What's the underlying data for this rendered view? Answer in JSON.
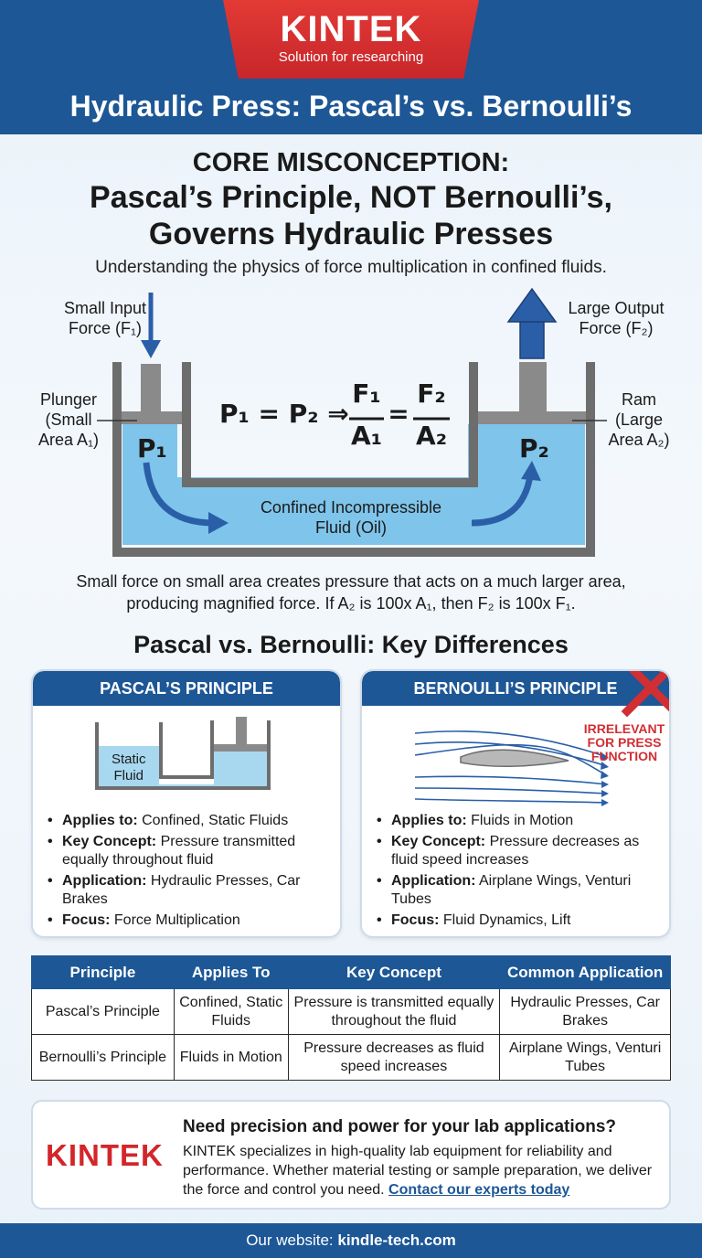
{
  "header": {
    "logo": "KINTEK",
    "logo_tagline": "Solution for researching",
    "title": "Hydraulic Press: Pascal’s vs. Bernoulli’s"
  },
  "core": {
    "line1": "CORE MISCONCEPTION:",
    "line2": "Pascal’s Principle, NOT Bernoulli’s,",
    "line3": "Governs Hydraulic Presses",
    "subtitle": "Understanding the physics of force multiplication in confined fluids."
  },
  "diagram": {
    "input_force_line1": "Small Input",
    "input_force_line2": "Force (F₁)",
    "output_force_line1": "Large Output",
    "output_force_line2": "Force (F₂)",
    "plunger_line1": "Plunger",
    "plunger_line2": "(Small",
    "plunger_line3": "Area A₁)",
    "ram_line1": "Ram",
    "ram_line2": "(Large",
    "ram_line3": "Area A₂)",
    "formula_lhs": "P₁ = P₂ ⇒",
    "frac1_num": "F₁",
    "frac1_den": "A₁",
    "equals": "=",
    "frac2_num": "F₂",
    "frac2_den": "A₂",
    "p1": "P₁",
    "p2": "P₂",
    "fluid_line1": "Confined Incompressible",
    "fluid_line2": "Fluid (Oil)",
    "explanation_line1": "Small force on small area creates pressure that acts on a much larger area,",
    "explanation_line2": "producing magnified force. If A₂ is 100x A₁, then F₂ is 100x F₁."
  },
  "comparison": {
    "title": "Pascal vs. Bernoulli: Key Differences",
    "pascal": {
      "header": "PASCAL’S PRINCIPLE",
      "diagram_label_line1": "Static",
      "diagram_label_line2": "Fluid",
      "items": [
        {
          "key": "Applies to:",
          "value": "Confined, Static Fluids"
        },
        {
          "key": "Key Concept:",
          "value": "Pressure transmitted equally throughout fluid"
        },
        {
          "key": "Application:",
          "value": "Hydraulic Presses, Car Brakes"
        },
        {
          "key": "Focus:",
          "value": "Force Multiplication"
        }
      ]
    },
    "bernoulli": {
      "header": "BERNOULLI’S PRINCIPLE",
      "irrelevant_line1": "IRRELEVANT",
      "irrelevant_line2": "FOR PRESS",
      "irrelevant_line3": "FUNCTION",
      "items": [
        {
          "key": "Applies to:",
          "value": "Fluids in Motion"
        },
        {
          "key": "Key Concept:",
          "value": "Pressure decreases as fluid speed increases"
        },
        {
          "key": "Application:",
          "value": "Airplane Wings, Venturi Tubes"
        },
        {
          "key": "Focus:",
          "value": "Fluid Dynamics, Lift"
        }
      ]
    }
  },
  "table": {
    "headers": [
      "Principle",
      "Applies To",
      "Key Concept",
      "Common Application"
    ],
    "rows": [
      [
        "Pascal’s Principle",
        "Confined, Static Fluids",
        "Pressure is transmitted equally throughout the fluid",
        "Hydraulic Presses, Car Brakes"
      ],
      [
        "Bernoulli’s Principle",
        "Fluids in Motion",
        "Pressure decreases as fluid speed increases",
        "Airplane Wings, Venturi Tubes"
      ]
    ]
  },
  "cta": {
    "logo": "KINTEK",
    "title": "Need precision and power for your lab applications?",
    "body": "KINTEK specializes in high-quality lab equipment for reliability and performance. Whether material testing or sample preparation, we deliver the force and control you need.",
    "link": "Contact our experts today"
  },
  "footer": {
    "label": "Our website:",
    "url": "kindle-tech.com"
  },
  "colors": {
    "brand_blue": "#1d5796",
    "brand_red": "#d3262b",
    "fluid": "#7fc4ea"
  }
}
